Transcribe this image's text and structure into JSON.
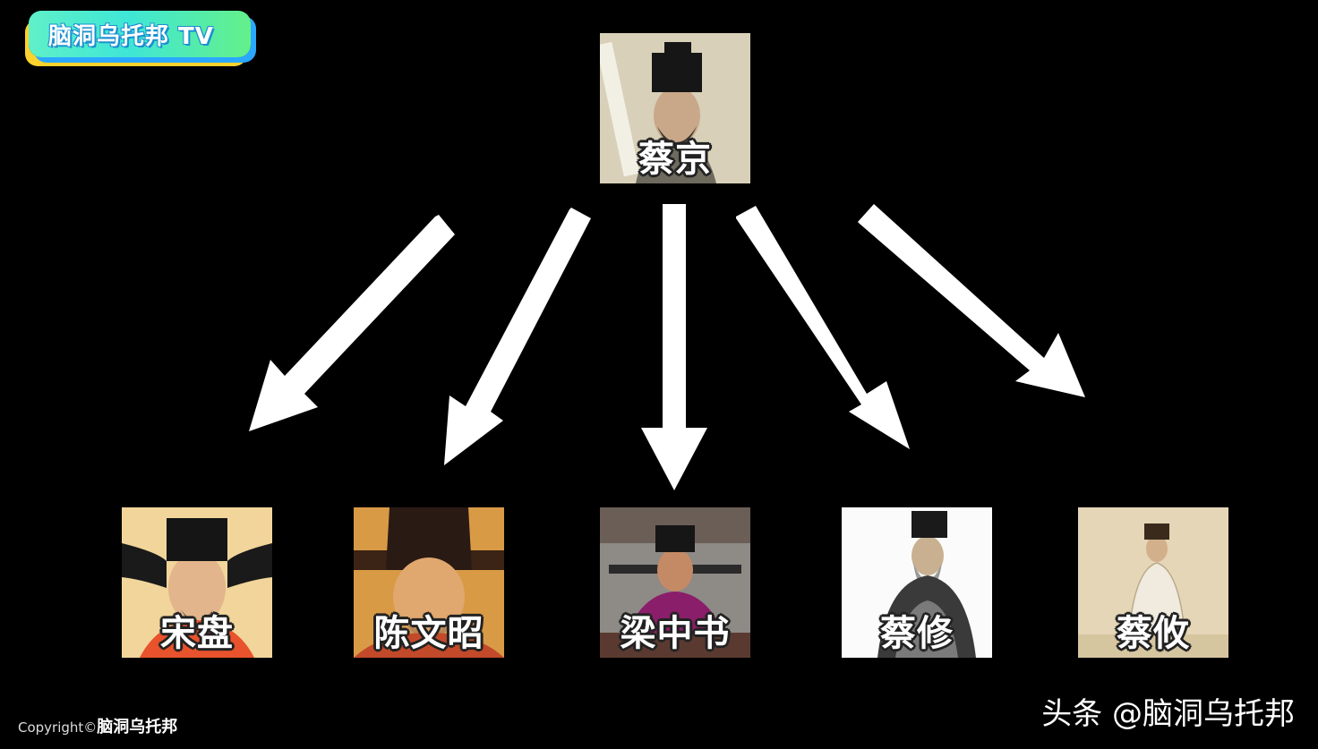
{
  "logo": {
    "text": "脑洞乌托邦 TV"
  },
  "root": {
    "name": "蔡京"
  },
  "children": [
    {
      "name": "宋盘"
    },
    {
      "name": "陈文昭"
    },
    {
      "name": "梁中书"
    },
    {
      "name": "蔡修"
    },
    {
      "name": "蔡攸"
    }
  ],
  "footer": {
    "copyright_prefix": "Copyright©",
    "copyright_brand": "脑洞乌托邦",
    "watermark": "头条 @脑洞乌托邦"
  },
  "colors": {
    "background": "#000000",
    "arrow": "#ffffff",
    "label_text": "#ffffff",
    "logo_gradient_start": "#5ff0c8",
    "logo_gradient_end": "#64f08a"
  },
  "icons": [
    "arrow-down-left-icon",
    "arrow-down-icon",
    "arrow-down-right-icon"
  ]
}
